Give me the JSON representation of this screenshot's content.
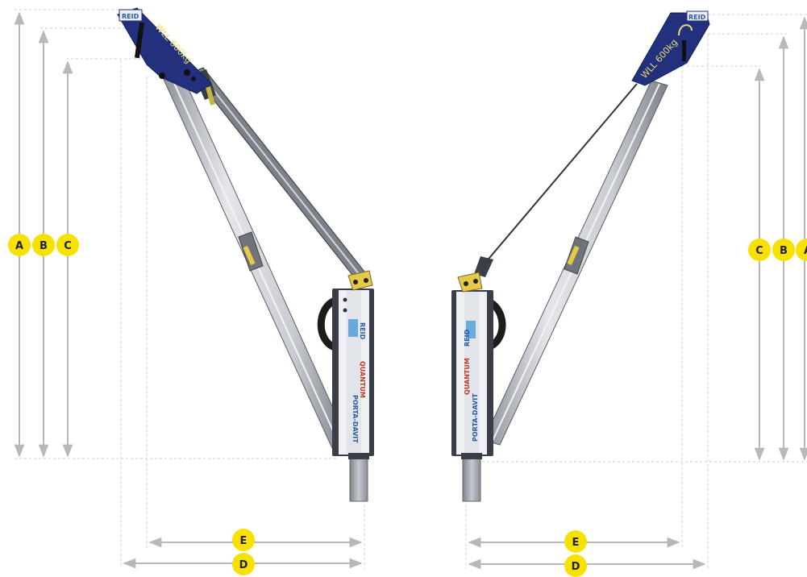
{
  "colors": {
    "badge": "#f7e100",
    "badge_text": "#222222",
    "dim_line": "#b8b8b8",
    "guide_line": "#cfcfcf",
    "boom_blue": "#23307e",
    "wll_text": "#e8dd6a",
    "mast_silver": "#c9ccd2",
    "mast_dark": "#3a3e48",
    "handle": "#1c1c1c",
    "bracket_yellow": "#e6c84a",
    "cable": "#333333",
    "brand_red": "#c0392b",
    "brand_blue": "#2c5aa0"
  },
  "left_davit": {
    "label_a": "A",
    "label_b": "B",
    "label_c": "C",
    "label_d": "D",
    "label_e": "E",
    "wll_text": "WLL 600kg",
    "brand_text": "PORTA-DAVIT",
    "model_text": "QUANTUM",
    "logo_text": "REID"
  },
  "right_davit": {
    "label_a": "A",
    "label_b": "B",
    "label_c": "C",
    "label_d": "D",
    "label_e": "E",
    "wll_text": "WLL 600kg",
    "brand_text": "PORTA-DAVIT",
    "model_text": "QUANTUM",
    "logo_text": "REID"
  }
}
